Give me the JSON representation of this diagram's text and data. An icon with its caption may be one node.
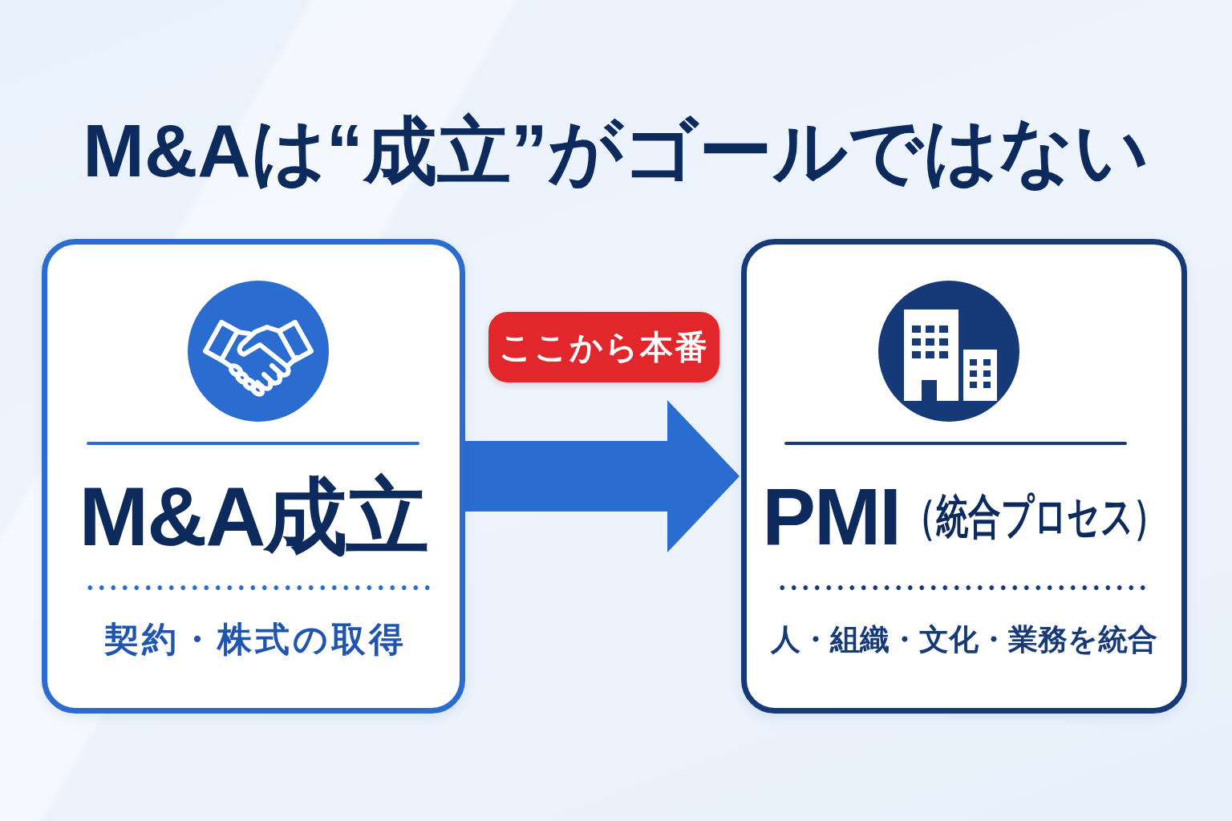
{
  "diagram": {
    "title": "M&Aは“成立”がゴールではない",
    "nodes": [
      {
        "text": [
          "M&A成立",
          "契約・株式の取得"
        ]
      },
      {
        "text": [
          "ここから本番"
        ]
      },
      {
        "text": [
          "PMI",
          "（統合プロセス）",
          "人・組織・文化・業務を統合"
        ]
      }
    ],
    "edges": [
      {
        "from": 0,
        "to": 2,
        "arrow": "to"
      }
    ]
  }
}
